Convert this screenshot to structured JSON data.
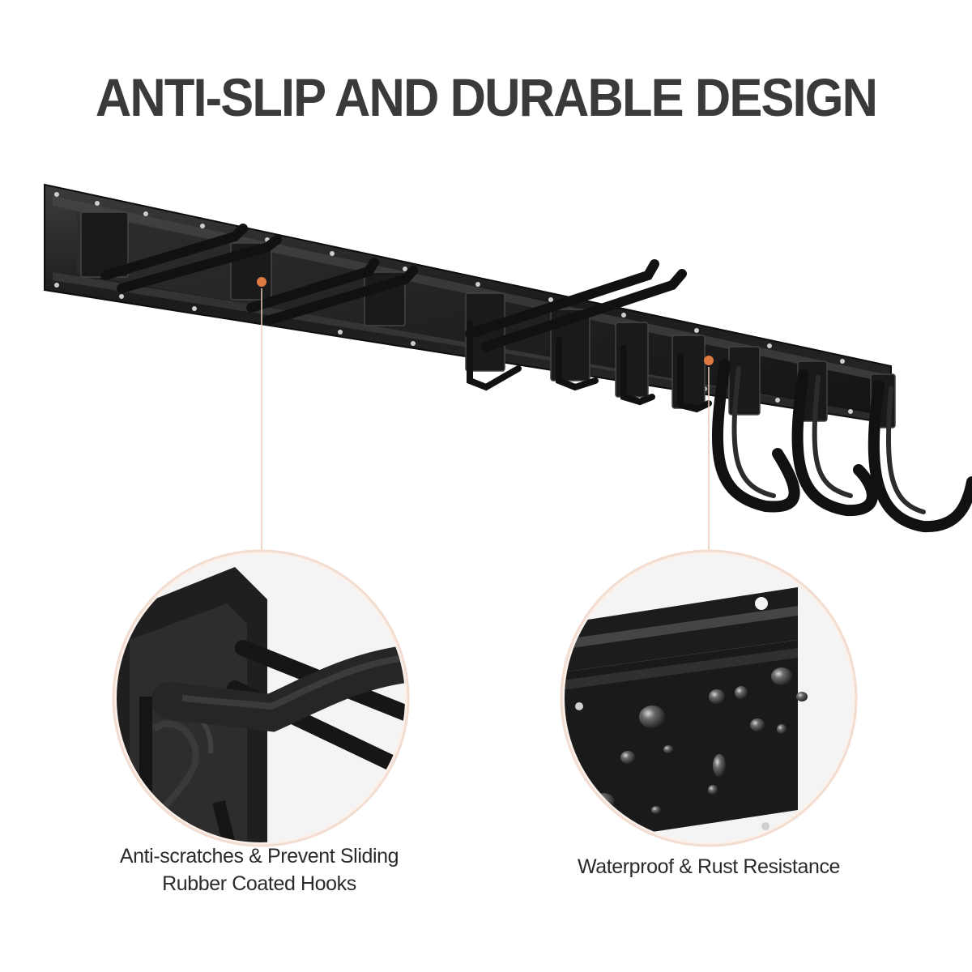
{
  "headline": "ANTI-SLIP AND DURABLE DESIGN",
  "features": [
    {
      "line1": "Anti-scratches & Prevent Sliding",
      "line2": "Rubber Coated Hooks",
      "icon": "rubber-hook-closeup"
    },
    {
      "line1": "Waterproof & Rust Resistance",
      "icon": "water-drops-closeup"
    }
  ],
  "colors": {
    "headline": "#3a3a3a",
    "rack": "#1c1c1c",
    "accent": "#e07a43",
    "ring": "#f2ddd0"
  }
}
